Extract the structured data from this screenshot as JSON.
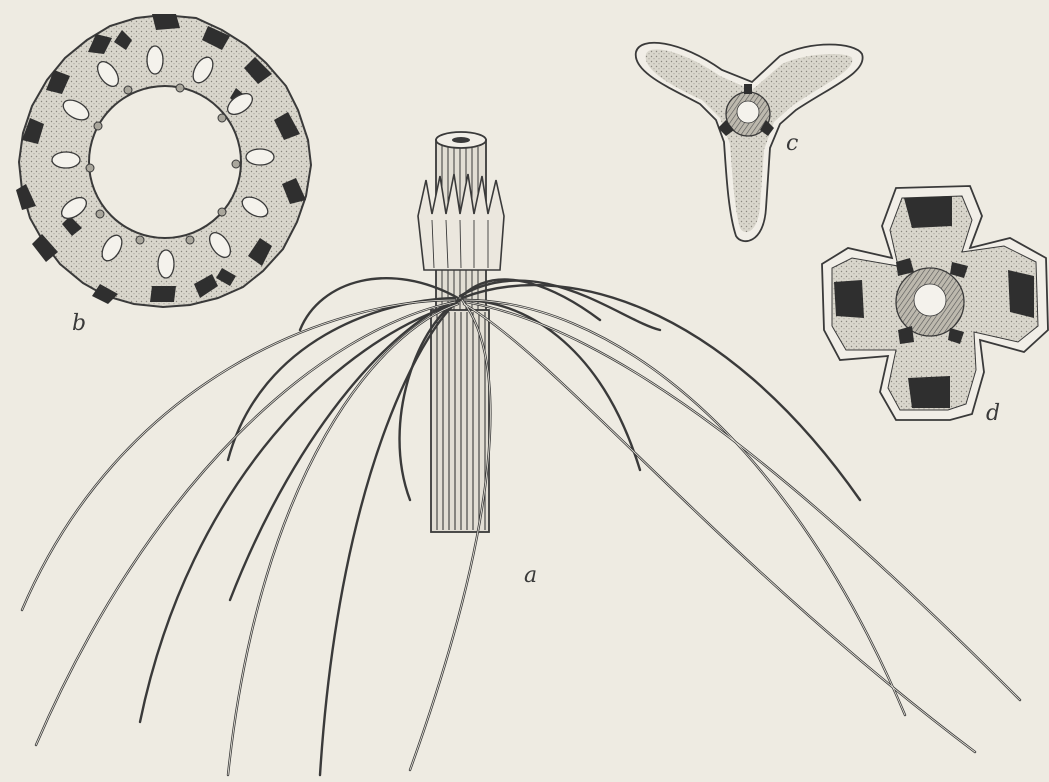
{
  "figure": {
    "panels": [
      {
        "id": "a",
        "label": "a",
        "subject": "stem-node-with-whorled-branches"
      },
      {
        "id": "b",
        "label": "b",
        "subject": "stem-cross-section-ring"
      },
      {
        "id": "c",
        "label": "c",
        "subject": "triradiate-branch-cross-section"
      },
      {
        "id": "d",
        "label": "d",
        "subject": "quadriradiate-branch-cross-section"
      }
    ],
    "colors": {
      "paper": "#eeebe2",
      "ink": "#3a3a3a",
      "stipple": "#d4d1c8",
      "dark_tissue": "#2f2f2f"
    }
  }
}
